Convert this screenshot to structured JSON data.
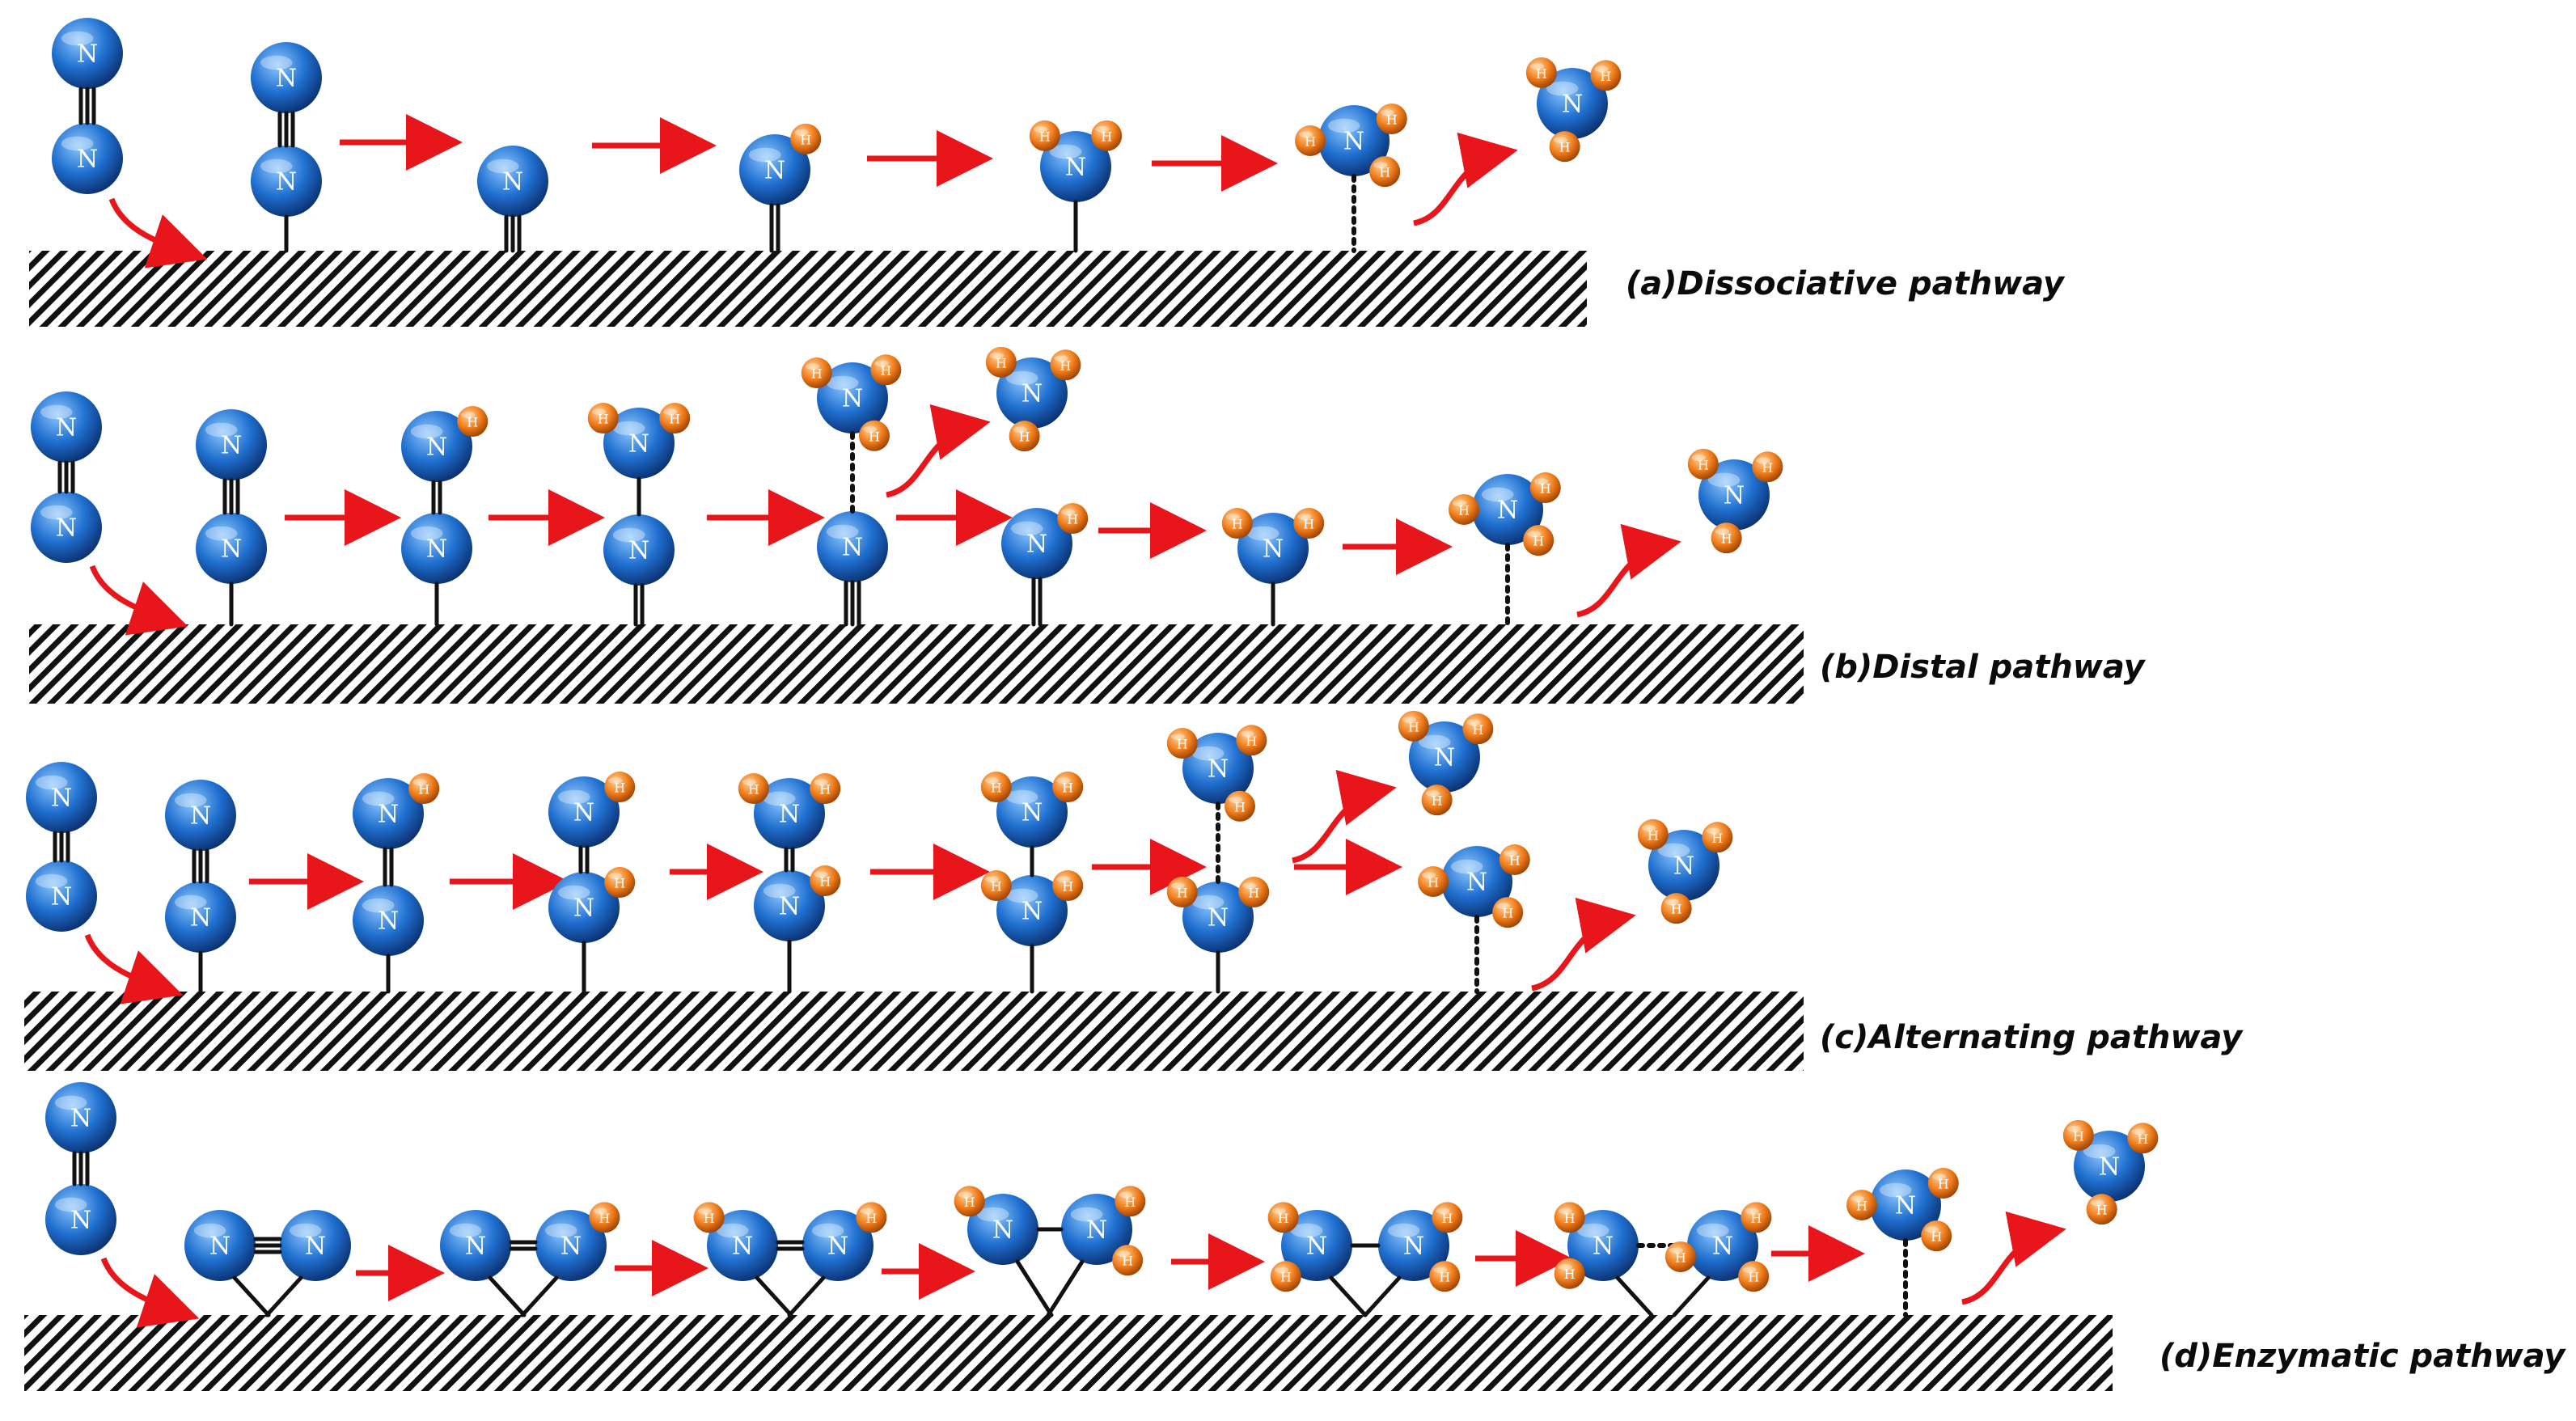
{
  "atoms": {
    "nitrogen": "N",
    "hydrogen": "H"
  },
  "colors": {
    "nitrogen_light": "#8ec7ff",
    "nitrogen_mid": "#1f6fcf",
    "nitrogen_dark": "#0a2f6e",
    "hydrogen_light": "#ffd39a",
    "hydrogen_mid": "#f07d1c",
    "hydrogen_dark": "#9a3f00",
    "arrow": "#e8161b",
    "bond": "#111111",
    "surface_hatch": "#111111"
  },
  "pathways": [
    {
      "id": "a",
      "label": "(a)Dissociative pathway"
    },
    {
      "id": "b",
      "label": "(b)Distal pathway"
    },
    {
      "id": "c",
      "label": "(c)Alternating pathway"
    },
    {
      "id": "d",
      "label": "(d)Enzymatic pathway"
    }
  ]
}
